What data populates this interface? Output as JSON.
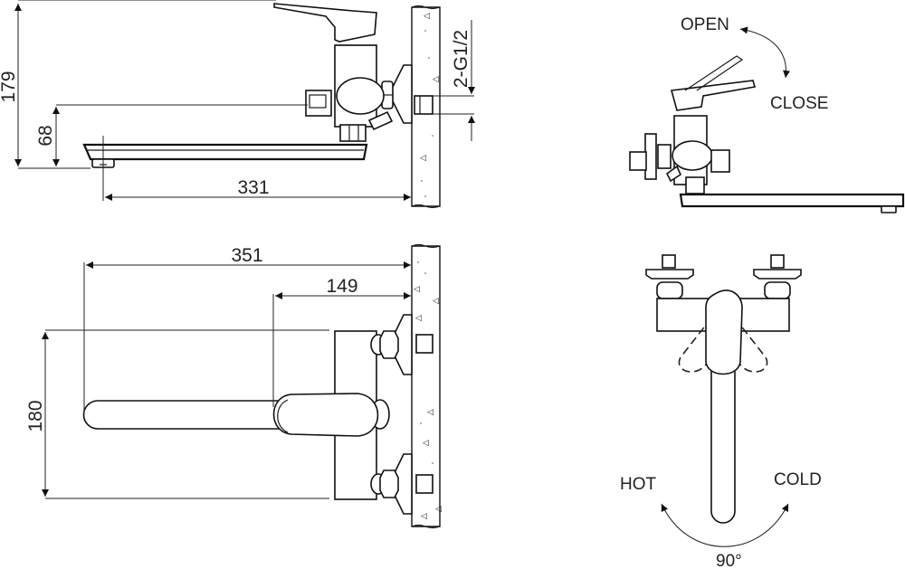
{
  "drawing": {
    "type": "wall-mounted single-lever mixer technical drawing",
    "side_view": {
      "dimensions": {
        "total_height": "179",
        "spout_height": "68",
        "spout_reach": "331",
        "connection": "2-G1/2"
      }
    },
    "top_view": {
      "dimensions": {
        "total_reach": "351",
        "body_depth": "149",
        "center_distance": "180"
      }
    },
    "operation_side": {
      "labels": {
        "open": "OPEN",
        "close": "CLOSE"
      }
    },
    "operation_front": {
      "labels": {
        "hot": "HOT",
        "cold": "COLD",
        "angle": "90°"
      }
    },
    "colors": {
      "line": "#111111",
      "background": "#ffffff"
    }
  }
}
